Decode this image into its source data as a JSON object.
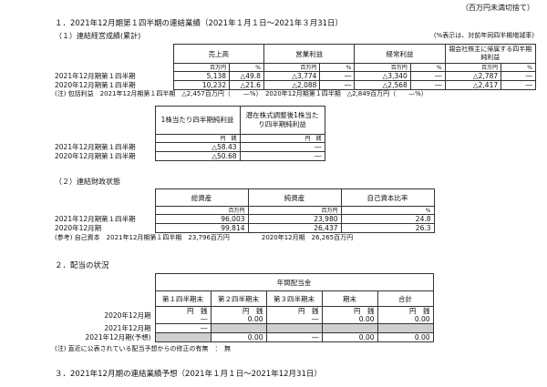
{
  "top_note": "（百万円未満切捨て）",
  "sec1": {
    "title": "１．2021年12月期第１四半期の連結業績（2021年１月１日～2021年３月31日）",
    "sub1": "（１）連結経営成績(累計)",
    "sub1_note": "(%表示は、対前年同四半期増減率)",
    "headers": [
      "売上高",
      "営業利益",
      "経常利益",
      "親会社株主に帰属する四半期純利益"
    ],
    "unit_a": "百万円",
    "unit_b": "%",
    "rows": [
      {
        "label": "2021年12月期第１四半期",
        "v": [
          "5,138",
          "△49.8",
          "△3,774",
          "―",
          "△3,340",
          "―",
          "△2,787",
          "―"
        ]
      },
      {
        "label": "2020年12月期第１四半期",
        "v": [
          "10,232",
          "△21.6",
          "△2,088",
          "―",
          "△2,568",
          "―",
          "△2,417",
          "―"
        ]
      }
    ],
    "comprehensive_note": "(注) 包括利益　2021年12月期第１四半期　△2,457百万円（　　—%）　2020年12月期第１四半期　△2,849百万円（　　—%）",
    "eps_headers": [
      "1株当たり四半期純利益",
      "潜在株式調整後1株当たり四半期純利益"
    ],
    "eps_unit": "円　銭",
    "eps_rows": [
      {
        "label": "2021年12月期第１四半期",
        "v": [
          "△58.43",
          "―"
        ]
      },
      {
        "label": "2020年12月期第１四半期",
        "v": [
          "△50.68",
          "―"
        ]
      }
    ],
    "sub2": "（２）連結財政状態",
    "fin_headers": [
      "総資産",
      "純資産",
      "自己資本比率"
    ],
    "fin_units": [
      "百万円",
      "百万円",
      "%"
    ],
    "fin_rows": [
      {
        "label": "2021年12月期第１四半期",
        "v": [
          "96,003",
          "23,980",
          "24.8"
        ]
      },
      {
        "label": "2020年12月期",
        "v": [
          "99,814",
          "26,437",
          "26.3"
        ]
      }
    ],
    "equity_note": "(参考) 自己資本　2021年12月期第１四半期　23,796百万円　　　　　2020年12月期　26,265百万円"
  },
  "sec2": {
    "title": "２．配当の状況",
    "group_header": "年間配当金",
    "headers": [
      "第１四半期末",
      "第２四半期末",
      "第３四半期末",
      "期末",
      "合計"
    ],
    "unit": "円　銭",
    "rows": [
      {
        "label": "2020年12月期",
        "v": [
          "―",
          "0.00",
          "―",
          "0.00",
          "0.00"
        ]
      },
      {
        "label": "2021年12月期",
        "v": [
          "―",
          "",
          "",
          "",
          ""
        ]
      },
      {
        "label": "2021年12月期(予想)",
        "v": [
          "",
          "0.00",
          "―",
          "0.00",
          "0.00"
        ]
      }
    ],
    "note": "(注) 直近に公表されている配当予想からの修正の有無　：　無"
  },
  "sec3": {
    "title": "３．2021年12月期の連結業績予想（2021年１月１日～2021年12月31日）"
  }
}
